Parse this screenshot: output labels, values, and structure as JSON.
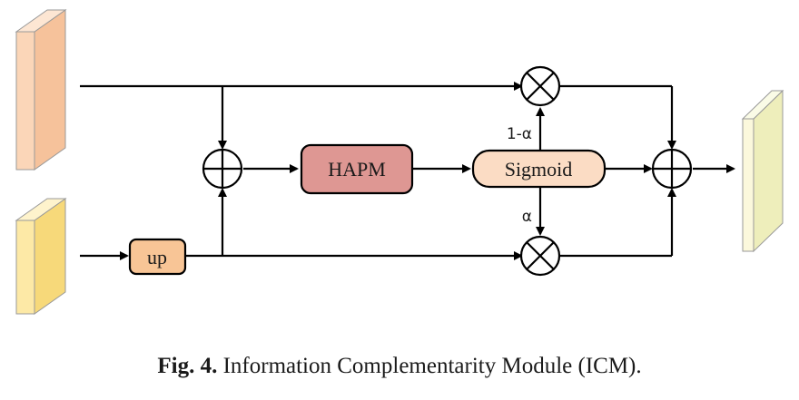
{
  "nodes": {
    "hapm": {
      "label": "HAPM",
      "color": "#de9793"
    },
    "sigmoid": {
      "label": "Sigmoid",
      "color": "#fbdcc4"
    },
    "up": {
      "label": "up",
      "color": "#f8c596"
    }
  },
  "edge_labels": {
    "one_minus_alpha": "1-α",
    "alpha": "α"
  },
  "feature_maps": {
    "input_high": {
      "front": "#fbd6b8",
      "side": "#f6c29b",
      "top": "#fde6d3"
    },
    "input_low": {
      "front": "#fde9a6",
      "side": "#f7d97a",
      "top": "#fef3cc"
    },
    "output": {
      "front": "#fbf8dc",
      "side": "#eeeebb",
      "top": "#fafbe6"
    }
  },
  "caption": {
    "prefix": "Fig. 4.",
    "text": "Information Complementarity Module (ICM)."
  }
}
